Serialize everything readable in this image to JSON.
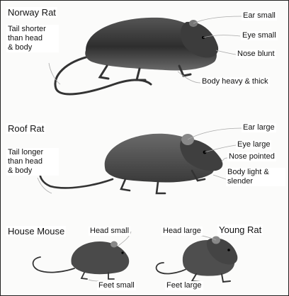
{
  "panels": {
    "norway_rat": {
      "title": "Norway Rat",
      "labels": {
        "tail": [
          "Tail shorter",
          "than head",
          "& body"
        ],
        "ear": "Ear small",
        "eye": "Eye small",
        "nose": "Nose blunt",
        "body": "Body heavy & thick"
      }
    },
    "roof_rat": {
      "title": "Roof Rat",
      "labels": {
        "tail": [
          "Tail longer",
          "than head",
          "& body"
        ],
        "ear": "Ear large",
        "eye": "Eye large",
        "nose": "Nose pointed",
        "body": [
          "Body light &",
          "slender"
        ]
      }
    },
    "house_mouse": {
      "title": "House Mouse",
      "labels": {
        "head": "Head small",
        "feet": "Feet small"
      }
    },
    "young_rat": {
      "title": "Young Rat",
      "labels": {
        "head": "Head large",
        "feet": "Feet large"
      }
    }
  },
  "colors": {
    "ink": "#111111",
    "fur_dark": "#3a3a3a",
    "fur_light": "#8a8a8a",
    "paper": "#fbfbfa"
  }
}
